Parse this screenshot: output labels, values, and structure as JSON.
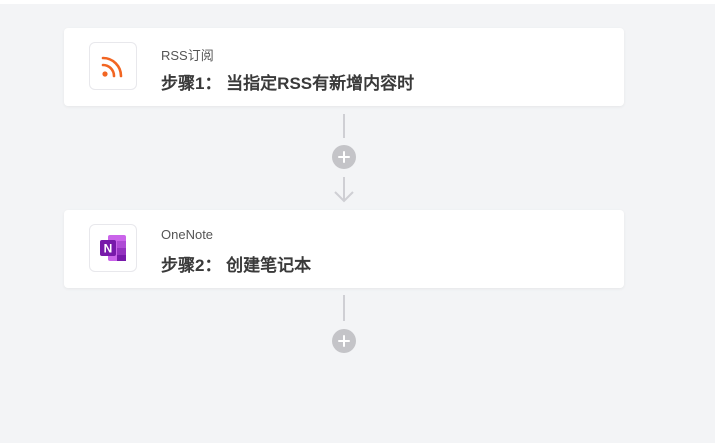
{
  "steps": [
    {
      "app": "RSS订阅",
      "title": "步骤1： 当指定RSS有新增内容时",
      "icon": "rss-icon",
      "accent": "#f26522"
    },
    {
      "app": "OneNote",
      "title": "步骤2： 创建笔记本",
      "icon": "onenote-icon",
      "accent": "#7719aa"
    }
  ],
  "connectors": {
    "add_icon": "plus-circle-icon",
    "arrow_icon": "arrow-down-icon"
  }
}
